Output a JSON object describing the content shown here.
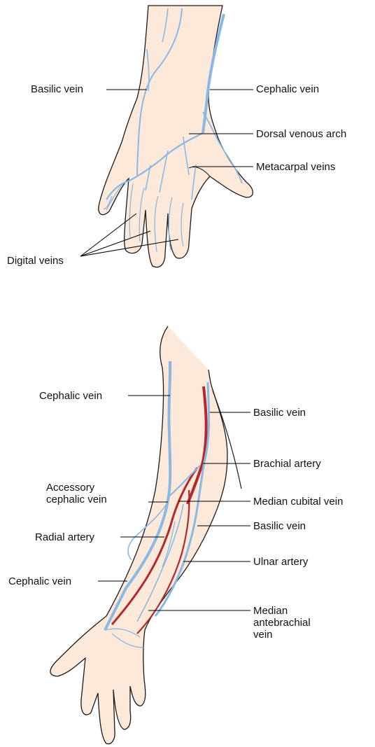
{
  "colors": {
    "skin": "#fde9da",
    "outline": "#1a1a1a",
    "vein": "#8ab8e4",
    "artery": "#b3282d",
    "leader": "#000000",
    "text": "#111111"
  },
  "hand_view": {
    "labels": {
      "basilic_vein": "Basilic vein",
      "cephalic_vein": "Cephalic vein",
      "dorsal_venous_arch": "Dorsal venous arch",
      "metacarpal_veins": "Metacarpal veins",
      "digital_veins": "Digital veins"
    }
  },
  "arm_view": {
    "labels": {
      "cephalic_vein_upper": "Cephalic vein",
      "basilic_vein_upper": "Basilic vein",
      "brachial_artery": "Brachial artery",
      "accessory_cephalic_vein": "Accessory\ncephalic vein",
      "median_cubital_vein": "Median cubital vein",
      "radial_artery": "Radial artery",
      "basilic_vein_lower": "Basilic vein",
      "ulnar_artery": "Ulnar artery",
      "cephalic_vein_lower": "Cephalic vein",
      "median_antebrachial_vein": "Median\nantebrachial\nvein"
    }
  }
}
